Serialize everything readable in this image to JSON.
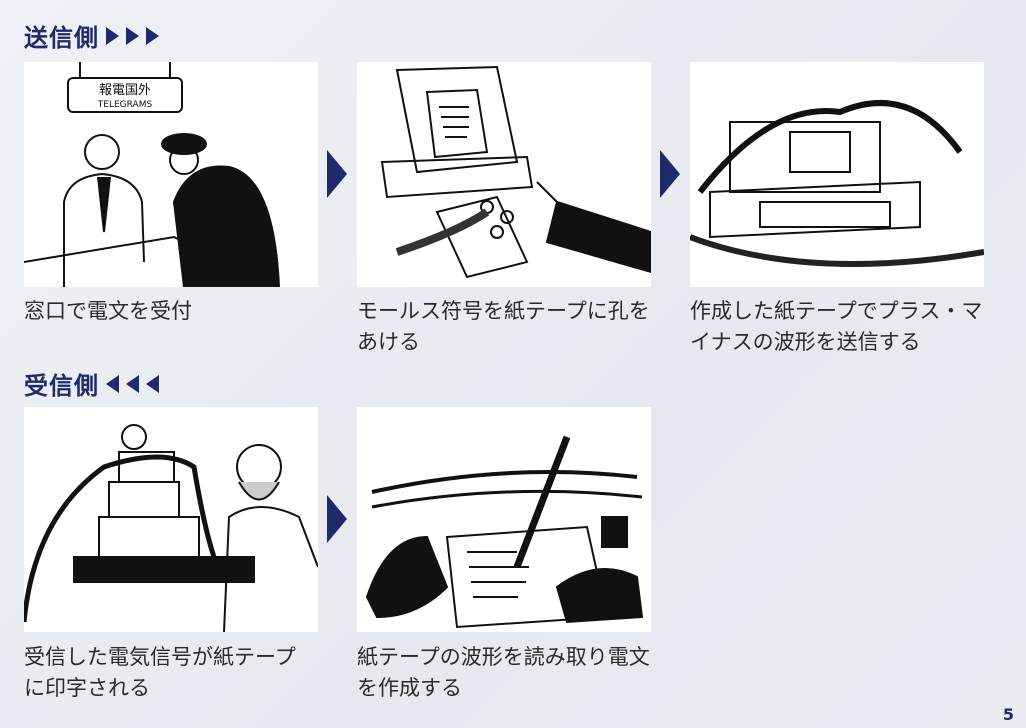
{
  "send_section": {
    "heading": "送信側",
    "steps": [
      {
        "caption": "窓口で電文を受付",
        "sign_text": "報電国外",
        "sign_subtext": "TELEGRAMS"
      },
      {
        "caption": "モールス符号を紙テープに孔をあける"
      },
      {
        "caption": "作成した紙テープでプラス・マイナスの波形を送信する"
      }
    ]
  },
  "receive_section": {
    "heading": "受信側",
    "steps": [
      {
        "caption": "受信した電気信号が紙テープに印字される"
      },
      {
        "caption": "紙テープの波形を読み取り電文を作成する"
      }
    ]
  },
  "page_number": "5",
  "colors": {
    "accent": "#1e2a6c"
  }
}
